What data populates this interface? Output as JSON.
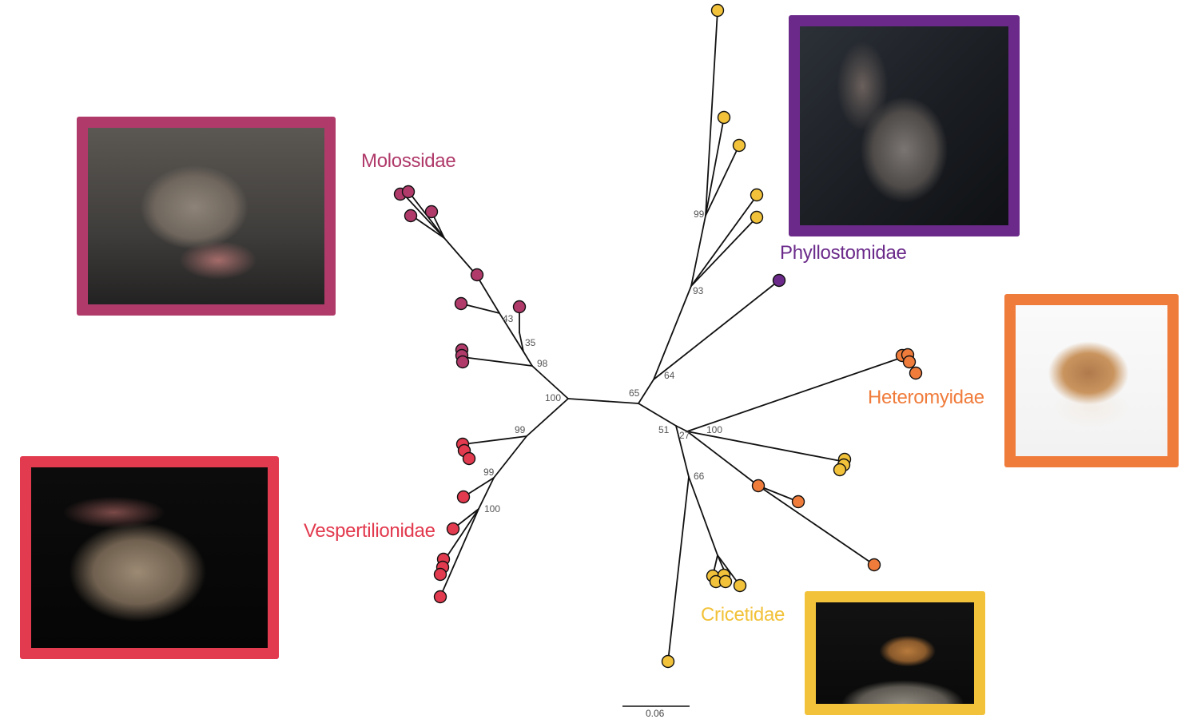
{
  "colors": {
    "molossidae": "#b03a6a",
    "phyllostomidae": "#6b2a8a",
    "heteromyidae": "#f07c3c",
    "vespertilionidae": "#e23a4e",
    "cricetidae": "#f2c23a",
    "branch": "#111111"
  },
  "families": {
    "molossidae": "Molossidae",
    "phyllostomidae": "Phyllostomidae",
    "heteromyidae": "Heteromyidae",
    "vespertilionidae": "Vespertilionidae",
    "cricetidae": "Cricetidae"
  },
  "photos": {
    "molossidae": "free-tailed bat photo",
    "phyllostomidae": "leaf-nosed bat photo",
    "heteromyidae": "kangaroo rat photo",
    "vespertilionidae": "vesper bat photo",
    "cricetidae": "deer mouse photo"
  },
  "bootstrap": [
    "99",
    "93",
    "64",
    "65",
    "100",
    "98",
    "35",
    "43",
    "99",
    "99",
    "100",
    "51",
    "27",
    "100",
    "66"
  ],
  "scale": {
    "label": "0.06"
  }
}
